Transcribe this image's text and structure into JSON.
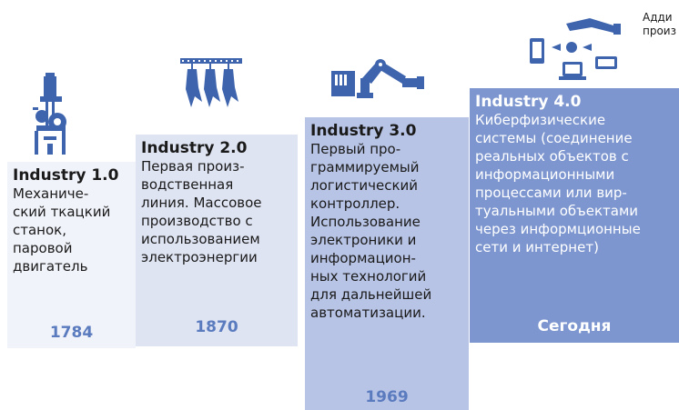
{
  "side_note": "Адди\nпроиз",
  "cards": [
    {
      "title": "Industry 1.0",
      "description": "Механиче-\nский ткацкий\nстанок,\nпаровой\nдвигатель",
      "year": "1784",
      "icon": "loom-icon"
    },
    {
      "title": "Industry 2.0",
      "description": "Первая произ-\nводственная\nлиния. Массовое\nпроизводство с\nиспользованием\nэлектроэнергии",
      "year": "1870",
      "icon": "assembly-line-icon"
    },
    {
      "title": "Industry 3.0",
      "description": "Первый про-\nграммируемый\nлогистический\nконтроллер.\nИспользование\nэлектроники и\nинформацион-\nных технологий\nдля дальнейшей\nавтоматизации.",
      "year": "1969",
      "icon": "robot-arm-icon"
    },
    {
      "title": "Industry 4.0",
      "description": "Киберфизические\nсистемы (соединение\nреальных объектов с\nинформационными\nпроцессами или вир-\nтуальными объектами\nчерез информционные\nсети и интернет)",
      "year": "Сегодня",
      "icon": "connected-devices-icon"
    }
  ],
  "colors": {
    "card1_bg": "#f1f3fa",
    "card2_bg": "#dfe4f3",
    "card3_bg": "#b8c4e5",
    "card4_bg": "#7d96cf",
    "accent": "#5b7bbf",
    "icon_blue": "#3e64ad"
  }
}
